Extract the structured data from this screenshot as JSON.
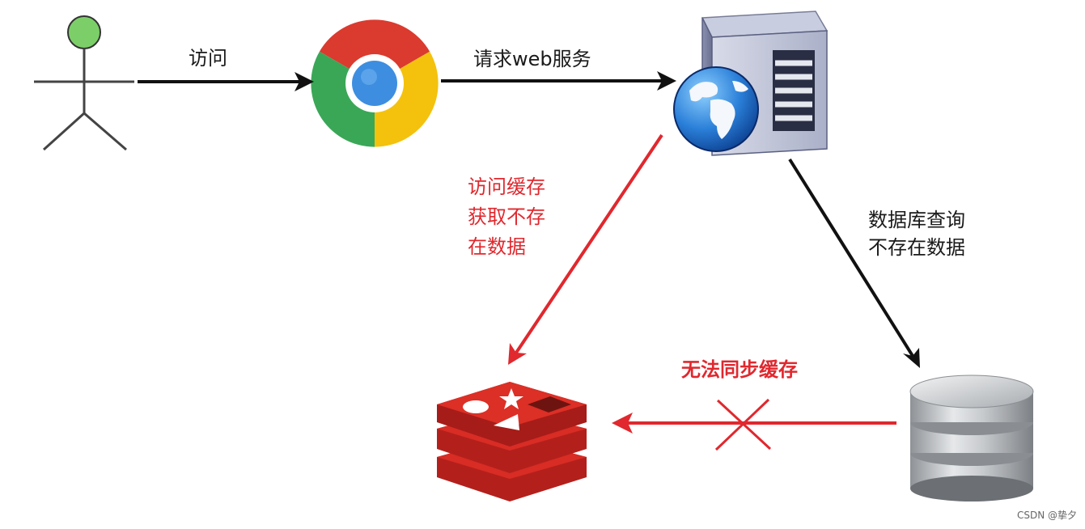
{
  "labels": {
    "visit": "访问",
    "request_web": "请求web服务",
    "cache_lines": [
      "访问缓存",
      "获取不存",
      "在数据"
    ],
    "db_lines": [
      "数据库查询",
      "不存在数据"
    ],
    "sync_fail": "无法同步缓存",
    "watermark": "CSDN @挚夕"
  },
  "nodes": {
    "user": "user-icon",
    "browser": "chrome-icon",
    "server": "web-server-icon",
    "cache": "redis-icon",
    "database": "database-icon"
  },
  "colors": {
    "arrow_black": "#111111",
    "arrow_red": "#e0282e",
    "label_red": "#e0282e",
    "user_head": "#7ccf68"
  }
}
